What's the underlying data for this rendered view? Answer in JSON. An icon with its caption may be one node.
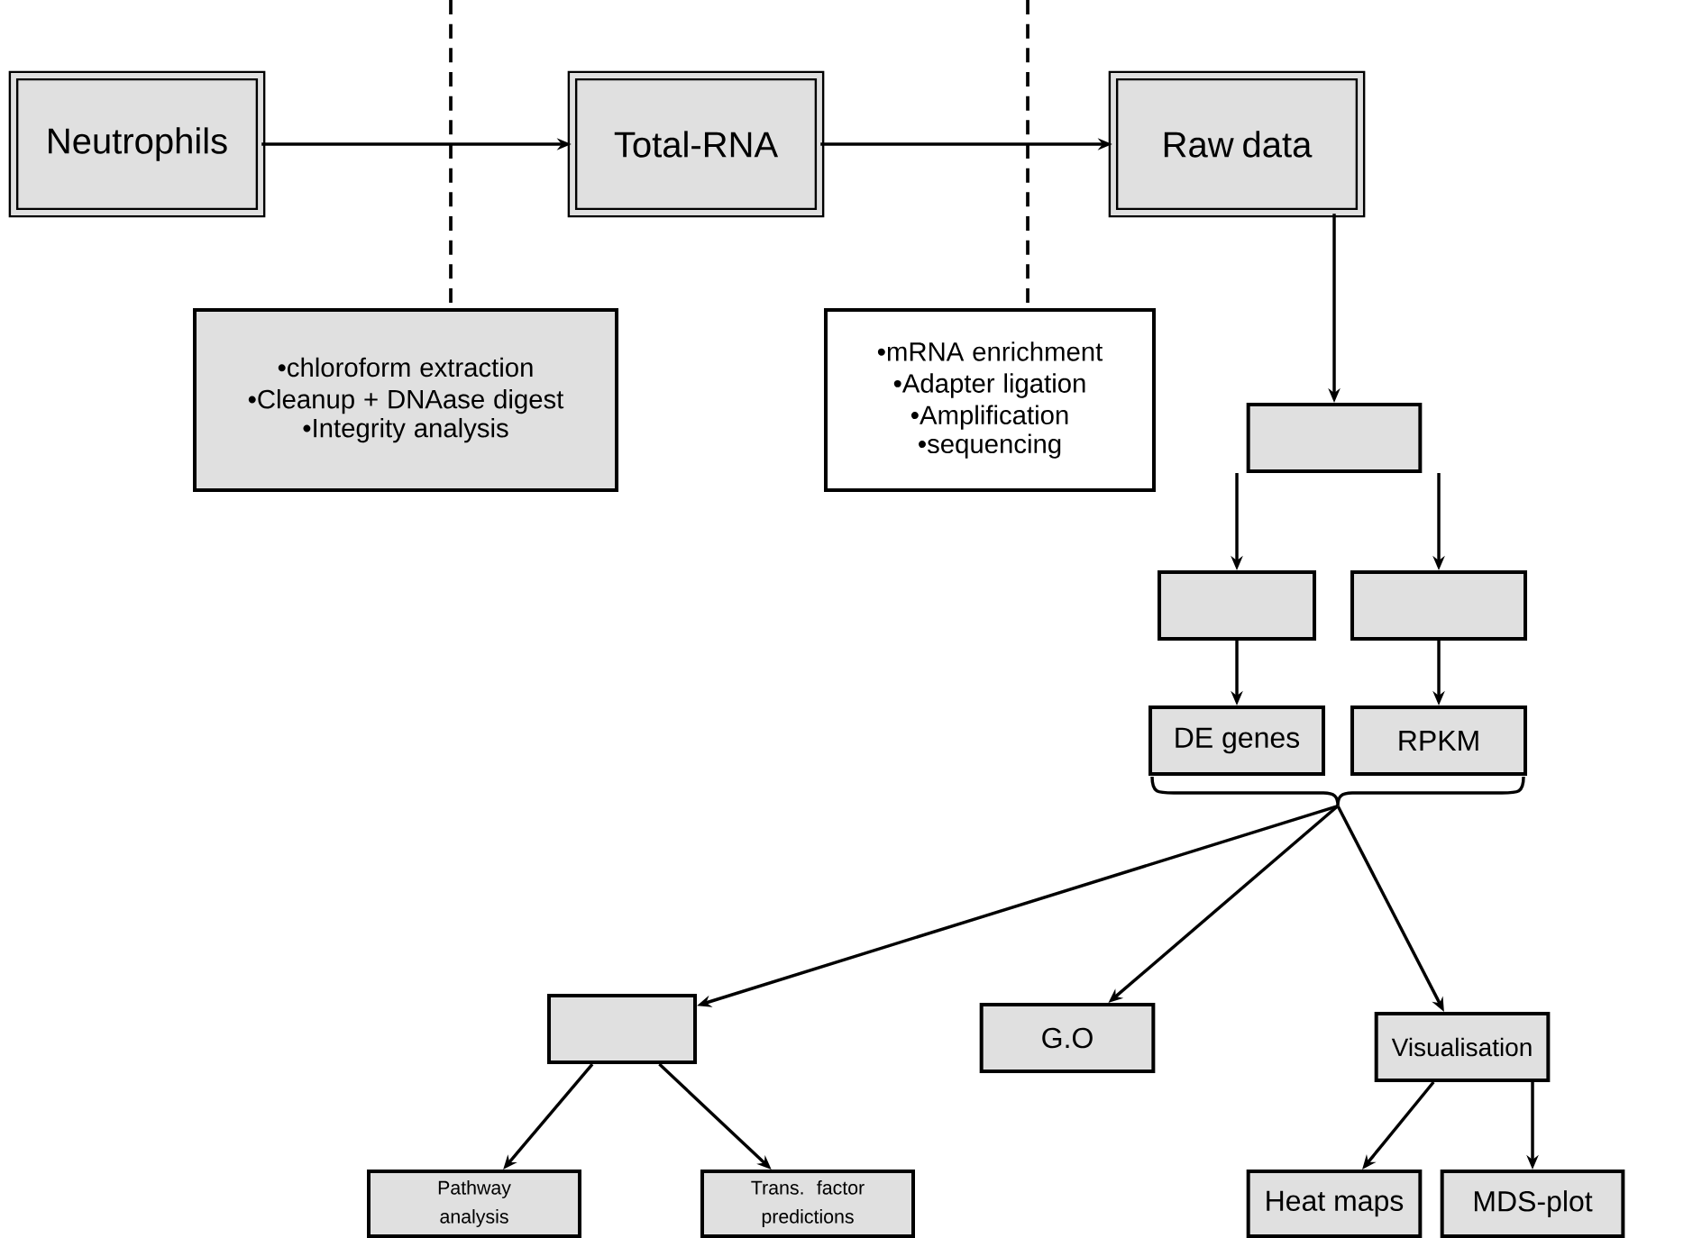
{
  "diagram": {
    "nodes": [
      {
        "text": [
          "Neutrophils"
        ]
      },
      {
        "text": [
          "Total-RNA"
        ]
      },
      {
        "text": [
          "Raw data"
        ]
      },
      {
        "text": [
          "•chloroform extraction",
          "•Cleanup + DNAase digest",
          "•Integrity analysis"
        ]
      },
      {
        "text": [
          "•mRNA enrichment",
          "•Adapter ligation",
          "•Amplification",
          "•sequencing"
        ]
      },
      {
        "text": [],
        "shape": "box"
      },
      {
        "text": [],
        "shape": "box"
      },
      {
        "text": [],
        "shape": "box"
      },
      {
        "text": [
          "DE genes"
        ]
      },
      {
        "text": [
          "RPKM"
        ]
      },
      {
        "text": [],
        "shape": "bracket"
      },
      {
        "text": [],
        "shape": "box"
      },
      {
        "text": [
          "G.O"
        ]
      },
      {
        "text": [
          "Visualisation"
        ]
      },
      {
        "text": [
          "Pathway analysis"
        ]
      },
      {
        "text": [
          "Trans. factor predictions"
        ]
      },
      {
        "text": [
          "Heat maps"
        ]
      },
      {
        "text": [
          "MDS-plot"
        ]
      }
    ],
    "edges": [
      {
        "from": 0,
        "to": 1,
        "arrow": "to"
      },
      {
        "from": 1,
        "to": 2,
        "arrow": "to"
      },
      {
        "from": null,
        "to": 3,
        "arrow": "none",
        "style": "dashed"
      },
      {
        "from": null,
        "to": 4,
        "arrow": "none",
        "style": "dashed"
      },
      {
        "from": 2,
        "to": 5,
        "arrow": "to"
      },
      {
        "from": 5,
        "to": 6,
        "arrow": "to"
      },
      {
        "from": 5,
        "to": 7,
        "arrow": "to"
      },
      {
        "from": 6,
        "to": 8,
        "arrow": "to"
      },
      {
        "from": 7,
        "to": 9,
        "arrow": "to"
      },
      {
        "from": 10,
        "to": 11,
        "arrow": "to"
      },
      {
        "from": 10,
        "to": 12,
        "arrow": "to"
      },
      {
        "from": 10,
        "to": 13,
        "arrow": "to"
      },
      {
        "from": 11,
        "to": 14,
        "arrow": "to"
      },
      {
        "from": 11,
        "to": 15,
        "arrow": "to"
      },
      {
        "from": 13,
        "to": 16,
        "arrow": "to"
      },
      {
        "from": 13,
        "to": 17,
        "arrow": "to"
      }
    ]
  }
}
